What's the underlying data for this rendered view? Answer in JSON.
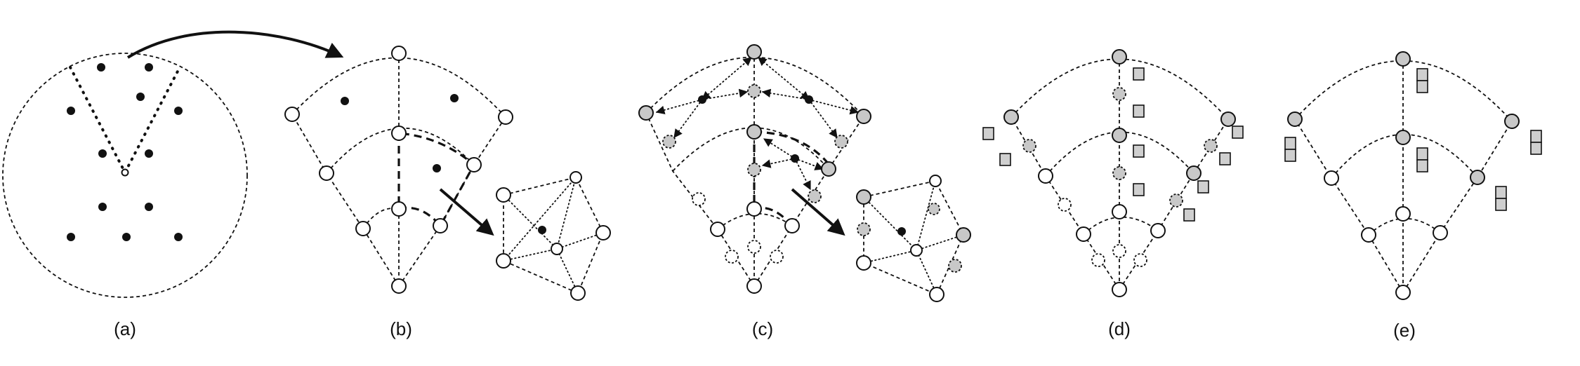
{
  "figure": {
    "labels": {
      "a": "(a)",
      "b": "(b)",
      "c": "(c)",
      "d": "(d)",
      "e": "(e)"
    }
  }
}
